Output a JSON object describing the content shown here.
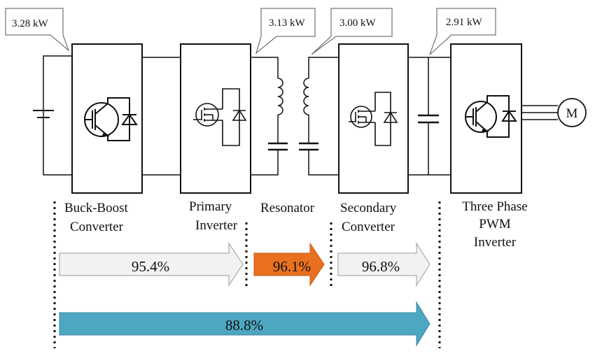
{
  "power_labels": [
    "3.28 kW",
    "3.13 kW",
    "3.00 kW",
    "2.91 kW"
  ],
  "stages": [
    "Buck-Boost Converter",
    "Primary Inverter",
    "Resonator",
    "Secondary Converter",
    "Three Phase PWM Inverter"
  ],
  "motor_label": "M",
  "efficiencies": [
    {
      "label": "95.4%",
      "color": "#f2f2f2",
      "text_color": "#111111"
    },
    {
      "label": "96.1%",
      "color": "#e8701f",
      "text_color": "#111111"
    },
    {
      "label": "96.8%",
      "color": "#f2f2f2",
      "text_color": "#111111"
    },
    {
      "label": "88.8%",
      "color": "#4ea7c1",
      "text_color": "#111111"
    }
  ]
}
